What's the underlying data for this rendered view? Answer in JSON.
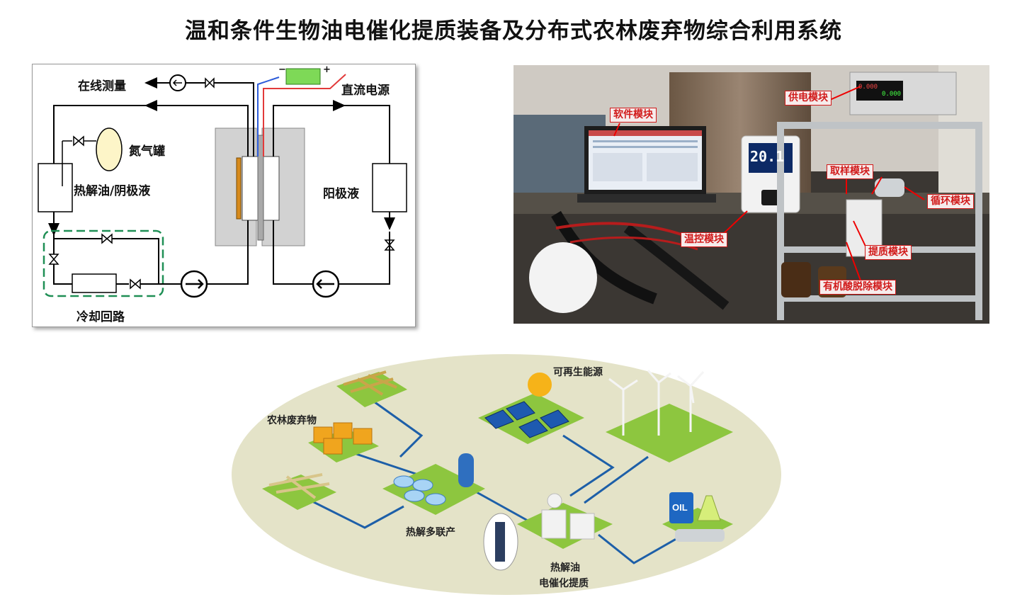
{
  "title": "温和条件生物油电催化提质装备及分布式农林废弃物综合利用系统",
  "schematic": {
    "online_measure": "在线测量",
    "dc_power": "直流电源",
    "minus": "−",
    "plus": "+",
    "nitrogen_tank": "氮气罐",
    "catholyte": "热解油/阴极液",
    "anolyte": "阳极液",
    "cooling_loop": "冷却回路"
  },
  "photo": {
    "software": "软件模块",
    "power": "供电模块",
    "sampling": "取样模块",
    "circulation": "循环模块",
    "temp_control": "温控模块",
    "upgrading": "提质模块",
    "acid_removal": "有机酸脱除模块",
    "display_reading": "20.1",
    "readout_1": "0.000",
    "readout_2": "0.000"
  },
  "ecosystem": {
    "renewable": "可再生能源",
    "biomass": "农林废弃物",
    "pyrolysis": "热解多联产",
    "pyrolysis_oil": "热解油",
    "electrocatalytic": "电催化提质",
    "oil_drum": "OIL",
    "colors": {
      "ellipse": "#e4e3c8",
      "tile": "#8dc63f",
      "pipe": "#1d5fa8"
    }
  }
}
